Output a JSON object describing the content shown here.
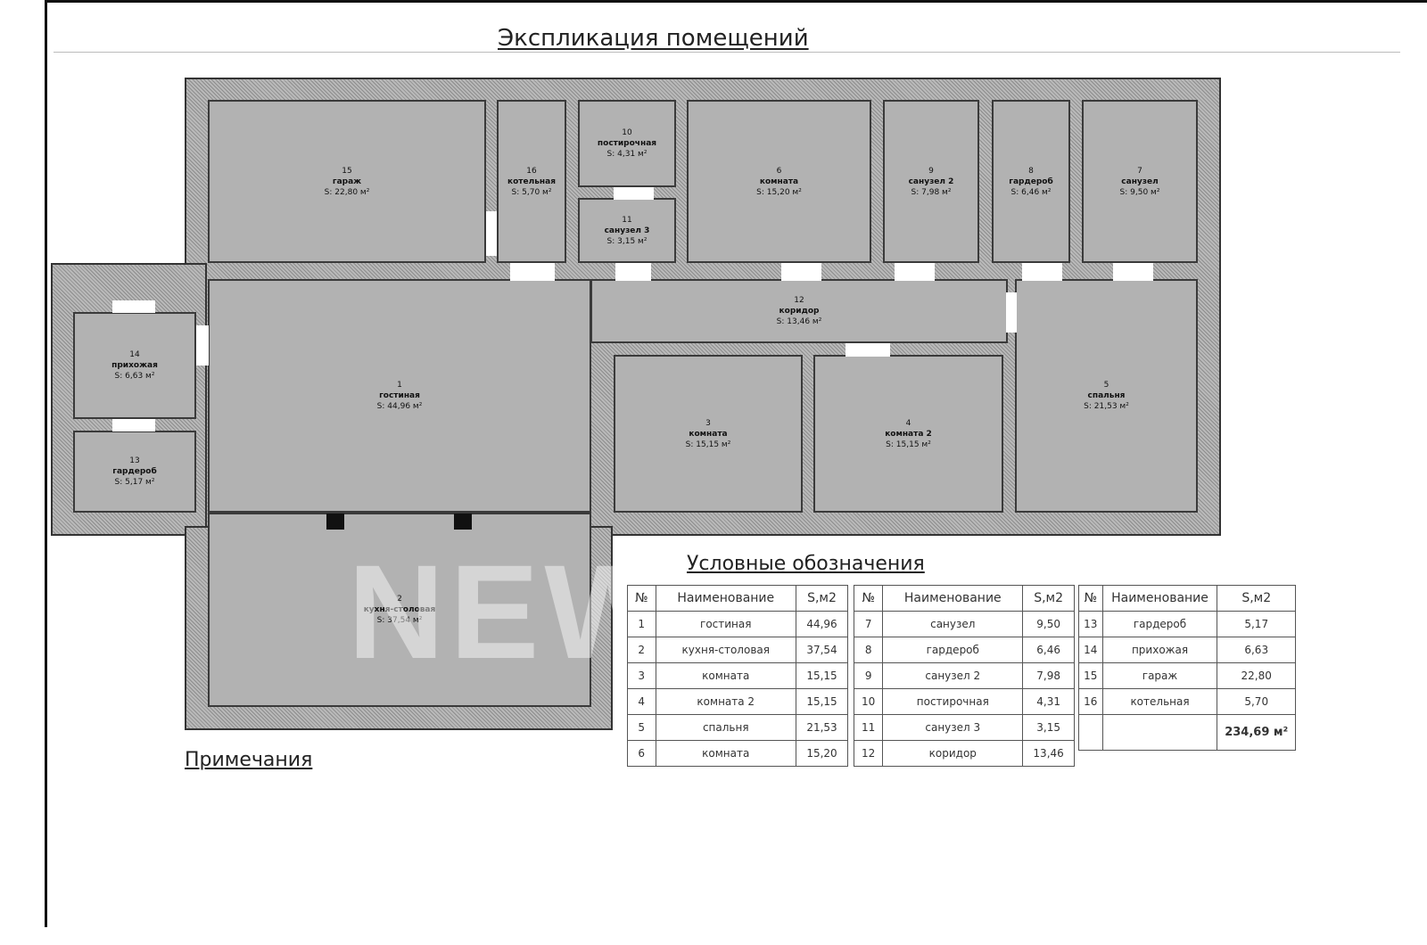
{
  "title": "Экспликация помещений",
  "legend_title": "Условные обозначения",
  "notes_title": "Примечания",
  "watermark": "NEW",
  "rooms": [
    {
      "no": "1",
      "name": "гостиная",
      "area": "S: 44,96 м²"
    },
    {
      "no": "2",
      "name": "кухня-столовая",
      "area": "S: 37,54 м²"
    },
    {
      "no": "3",
      "name": "комната",
      "area": "S: 15,15 м²"
    },
    {
      "no": "4",
      "name": "комната 2",
      "area": "S: 15,15 м²"
    },
    {
      "no": "5",
      "name": "спальня",
      "area": "S: 21,53 м²"
    },
    {
      "no": "6",
      "name": "комната",
      "area": "S: 15,20 м²"
    },
    {
      "no": "7",
      "name": "санузел",
      "area": "S: 9,50 м²"
    },
    {
      "no": "8",
      "name": "гардероб",
      "area": "S: 6,46 м²"
    },
    {
      "no": "9",
      "name": "санузел 2",
      "area": "S: 7,98 м²"
    },
    {
      "no": "10",
      "name": "постирочная",
      "area": "S: 4,31 м²"
    },
    {
      "no": "11",
      "name": "санузел 3",
      "area": "S: 3,15 м²"
    },
    {
      "no": "12",
      "name": "коридор",
      "area": "S: 13,46 м²"
    },
    {
      "no": "13",
      "name": "гардероб",
      "area": "S: 5,17 м²"
    },
    {
      "no": "14",
      "name": "прихожая",
      "area": "S: 6,63 м²"
    },
    {
      "no": "15",
      "name": "гараж",
      "area": "S: 22,80 м²"
    },
    {
      "no": "16",
      "name": "котельная",
      "area": "S: 5,70 м²"
    }
  ],
  "table": {
    "headers": [
      "№",
      "Наименование",
      "S,м2"
    ],
    "columns": [
      [
        [
          "1",
          "гостиная",
          "44,96"
        ],
        [
          "2",
          "кухня-столовая",
          "37,54"
        ],
        [
          "3",
          "комната",
          "15,15"
        ],
        [
          "4",
          "комната 2",
          "15,15"
        ],
        [
          "5",
          "спальня",
          "21,53"
        ],
        [
          "6",
          "комната",
          "15,20"
        ]
      ],
      [
        [
          "7",
          "санузел",
          "9,50"
        ],
        [
          "8",
          "гардероб",
          "6,46"
        ],
        [
          "9",
          "санузел 2",
          "7,98"
        ],
        [
          "10",
          "постирочная",
          "4,31"
        ],
        [
          "11",
          "санузел 3",
          "3,15"
        ],
        [
          "12",
          "коридор",
          "13,46"
        ]
      ],
      [
        [
          "13",
          "гардероб",
          "5,17"
        ],
        [
          "14",
          "прихожая",
          "6,63"
        ],
        [
          "15",
          "гараж",
          "22,80"
        ],
        [
          "16",
          "котельная",
          "5,70"
        ]
      ]
    ],
    "total": "234,69 м²"
  }
}
